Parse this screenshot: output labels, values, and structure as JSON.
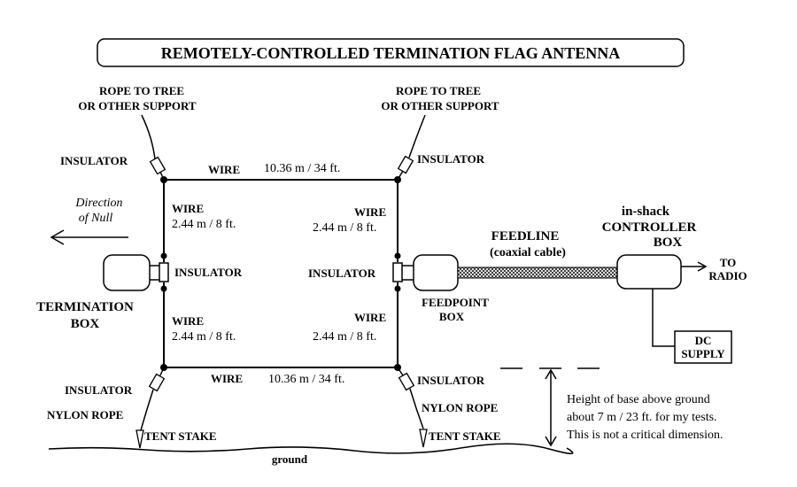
{
  "title": "REMOTELY-CONTROLLED TERMINATION  FLAG ANTENNA",
  "rope_left_1": "ROPE TO TREE",
  "rope_left_2": "OR OTHER SUPPORT",
  "rope_right_1": "ROPE TO TREE",
  "rope_right_2": "OR OTHER SUPPORT",
  "insulator": "INSULATOR",
  "wire": "WIRE",
  "top_wire_length": "10.36 m / 34 ft.",
  "bottom_wire_length": "10.36 m / 34 ft.",
  "vertical_wire_length": "2.44 m / 8 ft.",
  "direction_1": "Direction",
  "direction_2": "of Null",
  "termination_box_1": "TERMINATION",
  "termination_box_2": "BOX",
  "feedpoint_box_1": "FEEDPOINT",
  "feedpoint_box_2": "BOX",
  "feedline_1": "FEEDLINE",
  "feedline_2": "(coaxial cable)",
  "controller_1": "in-shack",
  "controller_2": "CONTROLLER",
  "controller_3": "BOX",
  "to_radio_1": "TO",
  "to_radio_2": "RADIO",
  "dc_supply_1": "DC",
  "dc_supply_2": "SUPPLY",
  "nylon_rope": "NYLON ROPE",
  "tent_stake": "TENT STAKE",
  "ground": "ground",
  "height_note_1": "Height of base above ground",
  "height_note_2": "about 7 m / 23 ft. for my tests.",
  "height_note_3": "This is not a critical dimension."
}
